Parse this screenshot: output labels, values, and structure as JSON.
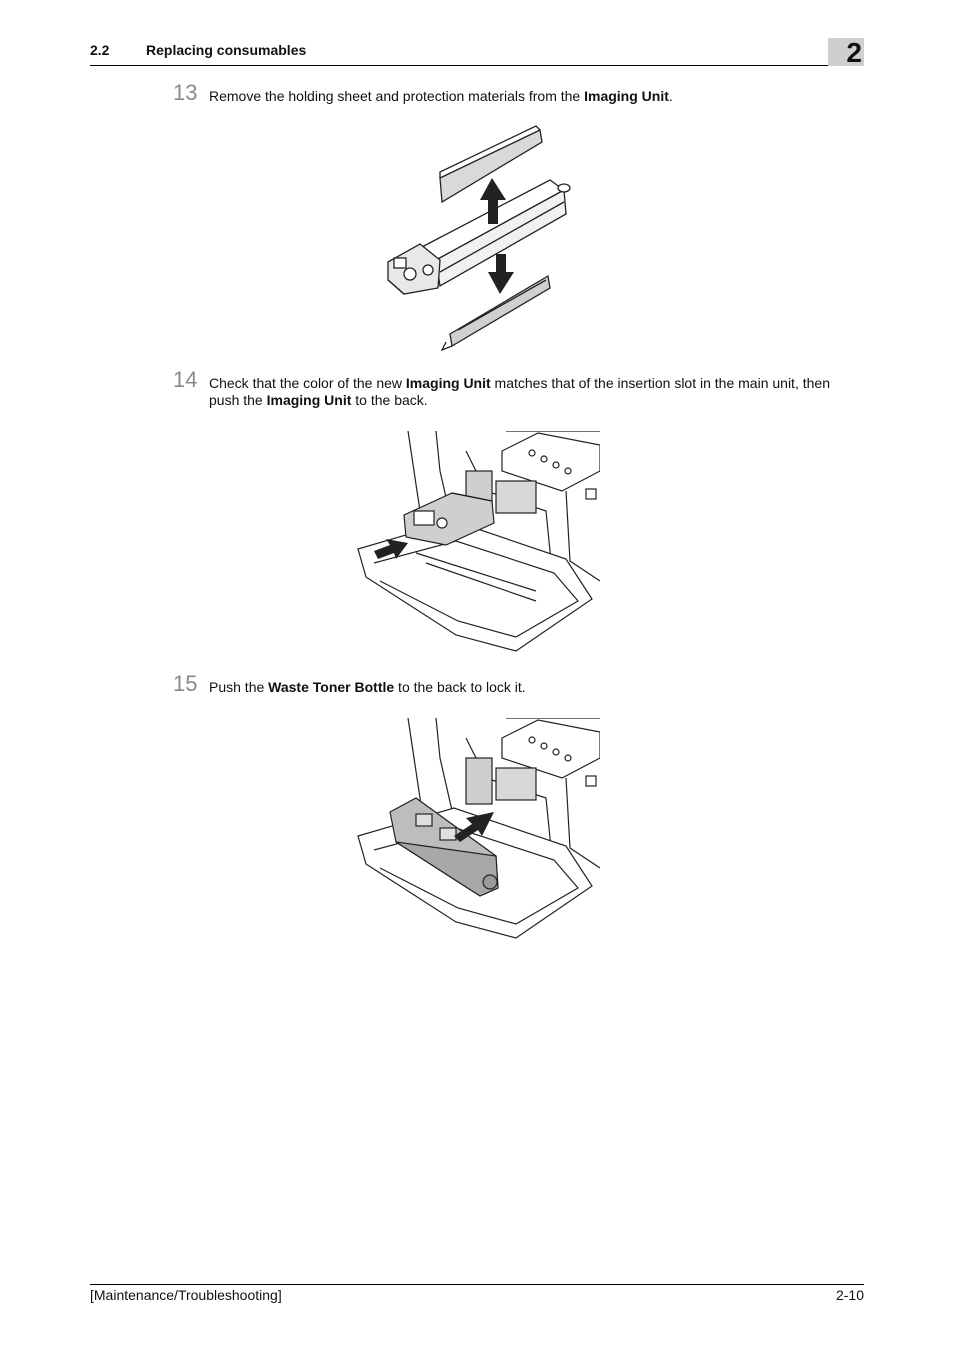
{
  "header": {
    "section_number": "2.2",
    "section_title": "Replacing consumables",
    "chapter": "2"
  },
  "steps": [
    {
      "number": "13",
      "text_1": "Remove the holding sheet and protection materials from the ",
      "bold_1": "Imaging Unit",
      "text_2": "."
    },
    {
      "number": "14",
      "text_1": "Check that the color of the new ",
      "bold_1": "Imaging Unit",
      "text_2": " matches that of the insertion slot in the main unit, then push the ",
      "bold_2": "Imaging Unit",
      "text_3": " to the back."
    },
    {
      "number": "15",
      "text_1": "Push the ",
      "bold_1": "Waste Toner Bottle",
      "text_2": " to the back to lock it."
    }
  ],
  "footer": {
    "manual": "[Maintenance/Troubleshooting]",
    "page": "2-10"
  }
}
